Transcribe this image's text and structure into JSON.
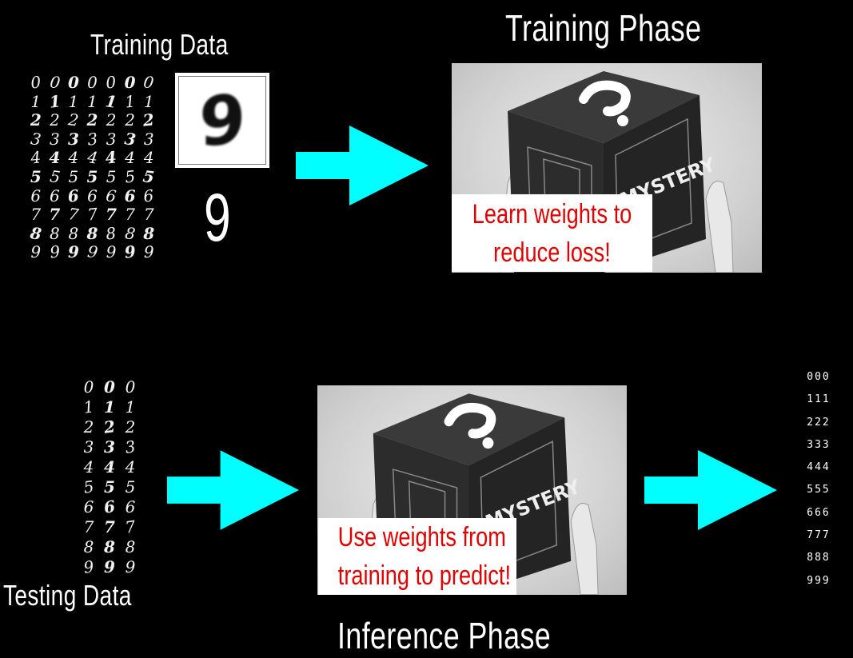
{
  "training": {
    "data_label": "Training Data",
    "phase_title": "Training Phase",
    "sample_digit": "9",
    "sample_label": "9",
    "caption_line1": "Learn weights to",
    "caption_line2": "reduce loss!",
    "digit_rows": [
      [
        "0",
        "0",
        "0",
        "0",
        "0",
        "0",
        "0"
      ],
      [
        "1",
        "1",
        "1",
        "1",
        "1",
        "1",
        "1"
      ],
      [
        "2",
        "2",
        "2",
        "2",
        "2",
        "2",
        "2"
      ],
      [
        "3",
        "3",
        "3",
        "3",
        "3",
        "3",
        "3"
      ],
      [
        "4",
        "4",
        "4",
        "4",
        "4",
        "4",
        "4"
      ],
      [
        "5",
        "5",
        "5",
        "5",
        "5",
        "5",
        "5"
      ],
      [
        "6",
        "6",
        "6",
        "6",
        "6",
        "6",
        "6"
      ],
      [
        "7",
        "7",
        "7",
        "7",
        "7",
        "7",
        "7"
      ],
      [
        "8",
        "8",
        "8",
        "8",
        "8",
        "8",
        "8"
      ],
      [
        "9",
        "9",
        "9",
        "9",
        "9",
        "9",
        "9"
      ]
    ]
  },
  "inference": {
    "data_label": "Testing Data",
    "phase_title": "Inference Phase",
    "caption_line1": "Use weights from",
    "caption_line2": "training to predict!",
    "digit_rows": [
      [
        "0",
        "0",
        "0"
      ],
      [
        "1",
        "1",
        "1"
      ],
      [
        "2",
        "2",
        "2"
      ],
      [
        "3",
        "3",
        "3"
      ],
      [
        "4",
        "4",
        "4"
      ],
      [
        "5",
        "5",
        "5"
      ],
      [
        "6",
        "6",
        "6"
      ],
      [
        "7",
        "7",
        "7"
      ],
      [
        "8",
        "8",
        "8"
      ],
      [
        "9",
        "9",
        "9"
      ]
    ],
    "predictions": [
      "000",
      "111",
      "222",
      "333",
      "444",
      "555",
      "666",
      "777",
      "888",
      "999"
    ]
  },
  "colors": {
    "background": "#000000",
    "arrow": "#00ffff",
    "caption_text": "#e10000",
    "caption_bg": "#ffffff"
  },
  "icons": {
    "mystery_box": "mystery-box-image",
    "arrow": "right-arrow-icon"
  }
}
